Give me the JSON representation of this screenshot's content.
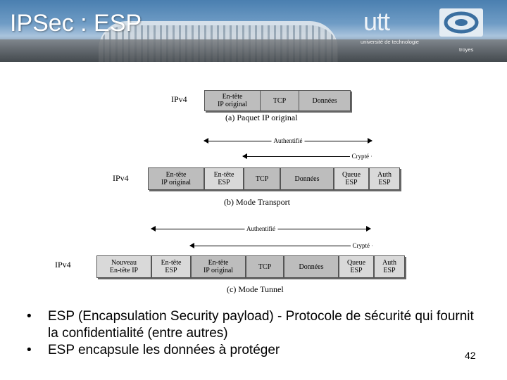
{
  "header": {
    "title": "IPSec : ESP",
    "logo_text": "utt",
    "logo_sub": "université de technologie",
    "logo_sub2": "troyes"
  },
  "diagram_a": {
    "label": "IPv4",
    "cells": [
      "En-tête\nIP original",
      "TCP",
      "Données"
    ],
    "caption": "(a) Paquet IP original"
  },
  "diagram_b": {
    "label": "IPv4",
    "auth_label": "Authentifié",
    "crypt_label": "Crypté",
    "cells": [
      "En-tête\nIP original",
      "En-tête\nESP",
      "TCP",
      "Données",
      "Queue\nESP",
      "Auth\nESP"
    ],
    "caption": "(b) Mode Transport"
  },
  "diagram_c": {
    "label": "IPv4",
    "auth_label": "Authentifié",
    "crypt_label": "Crypté",
    "cells": [
      "Nouveau\nEn-tête IP",
      "En-tête\nESP",
      "En-tête\nIP original",
      "TCP",
      "Données",
      "Queue\nESP",
      "Auth\nESP"
    ],
    "caption": "(c) Mode Tunnel"
  },
  "bullets": [
    "ESP (Encapsulation Security payload) - Protocole de sécurité qui fournit la confidentialité (entre autres)",
    "ESP encapsule les données à protéger"
  ],
  "bullet_glyph": "•",
  "page_number": "42",
  "colors": {
    "header_blue": "#4a7fb0",
    "cell_shade": "#bdbdbd",
    "text": "#000000"
  }
}
